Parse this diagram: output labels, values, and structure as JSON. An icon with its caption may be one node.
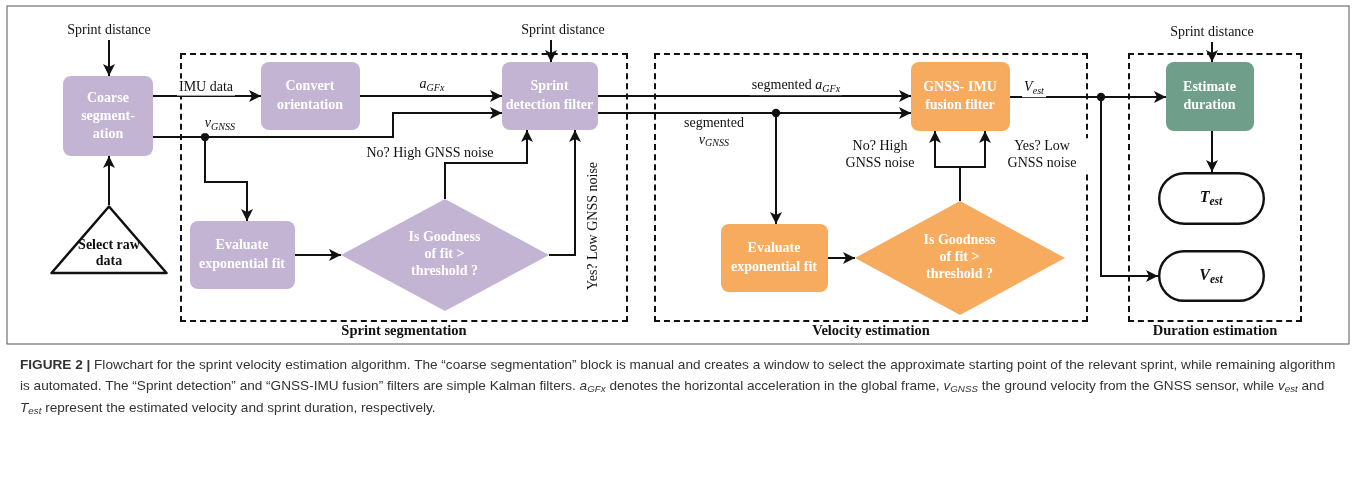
{
  "diagram": {
    "caption": "**FIGURE 2 |** Flowchart for the sprint velocity estimation algorithm. The “coarse segmentation” block is manual and creates a window to select the approximate starting point of the relevant sprint, while remaining algorithm is automated. The “Sprint detection” and “GNSS-IMU fusion” filters are simple Kalman filters. *a*$_{GFx}$ denotes the horizontal acceleration in the global frame, *v*$_{GNSS}$ the ground velocity from the GNSS sensor, while *v*$_{est}$ and *T*$_{est}$ represent the estimated velocity and sprint duration, respectively.",
    "nodes": [
      {
        "text": [
          "Sprint segmentation"
        ]
      },
      {
        "text": [
          "Velocity estimation"
        ]
      },
      {
        "text": [
          "Duration estimation"
        ]
      },
      {
        "text": [
          "Sprint distance"
        ]
      },
      {
        "text": [
          "Coarse segment- ation"
        ]
      },
      {
        "text": [
          "Select raw data"
        ]
      },
      {
        "text": [
          "Convert orientation"
        ],
        "in": 0
      },
      {
        "text": [
          "Sprint distance"
        ]
      },
      {
        "text": [
          "Sprint detection filter"
        ],
        "in": 0
      },
      {
        "text": [
          "Evaluate exponential fit"
        ],
        "in": 0
      },
      {
        "text": [
          "Is Goodness of fit > threshold ?"
        ],
        "in": 0
      },
      {
        "text": [
          "GNSS- IMU fusion filter"
        ],
        "in": 1
      },
      {
        "text": [
          "Evaluate exponential fit"
        ],
        "in": 1
      },
      {
        "text": [
          "Is Goodness of fit > threshold ?"
        ],
        "in": 1
      },
      {
        "text": [
          "Sprint distance"
        ]
      },
      {
        "text": [
          "Estimate duration"
        ],
        "in": 2
      },
      {
        "text": [
          "T$_{est}$"
        ],
        "in": 2
      },
      {
        "text": [
          "V$_{est}$"
        ],
        "in": 2
      }
    ],
    "edges": [
      {
        "from": 3,
        "to": 4,
        "arrow": "to"
      },
      {
        "from": 5,
        "to": 4,
        "arrow": "to"
      },
      {
        "from": 4,
        "to": 6,
        "arrow": "to",
        "label": "IMU data"
      },
      {
        "from": 6,
        "to": 8,
        "arrow": "to",
        "label": "a$_{GFx}$"
      },
      {
        "from": 4,
        "to": 8,
        "arrow": "to",
        "label": "v$_{GNSS}$"
      },
      {
        "from": 4,
        "to": 9,
        "arrow": "to"
      },
      {
        "from": 7,
        "to": 8,
        "arrow": "to"
      },
      {
        "from": 9,
        "to": 10,
        "arrow": "to"
      },
      {
        "from": 10,
        "to": 8,
        "arrow": "to",
        "label": "No? High GNSS noise"
      },
      {
        "from": 10,
        "to": 8,
        "arrow": "to",
        "label": "Yes? Low GNSS noise"
      },
      {
        "from": 8,
        "to": 11,
        "arrow": "to",
        "label": "segmented *a*$_{GFx}$"
      },
      {
        "from": 8,
        "to": 11,
        "arrow": "to",
        "label": "segmented *v*$_{GNSS}$"
      },
      {
        "from": 8,
        "to": 12,
        "arrow": "to"
      },
      {
        "from": 14,
        "to": 15,
        "arrow": "to"
      },
      {
        "from": 12,
        "to": 13,
        "arrow": "to"
      },
      {
        "from": 13,
        "to": 11,
        "arrow": "to",
        "label": "No? High GNSS noise"
      },
      {
        "from": 13,
        "to": 11,
        "arrow": "to",
        "label": "Yes? Low GNSS noise"
      },
      {
        "from": 11,
        "to": 15,
        "arrow": "to",
        "label": "V$_{est}$"
      },
      {
        "from": 11,
        "to": 17,
        "arrow": "to"
      },
      {
        "from": 15,
        "to": 16,
        "arrow": "to"
      }
    ]
  }
}
